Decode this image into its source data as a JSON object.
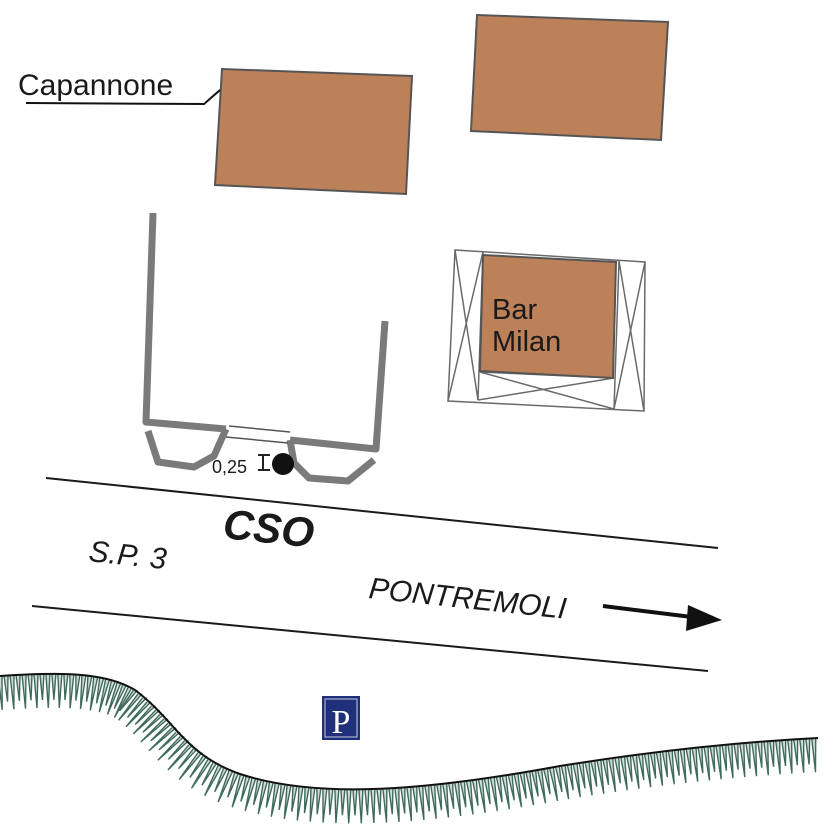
{
  "labels": {
    "capannone": "Capannone",
    "bar_line1": "Bar",
    "bar_line2": "Milan",
    "gap_measure": "0,25",
    "cso": "CSO",
    "road_code": "S.P. 3",
    "direction": "PONTREMOLI",
    "parking_letter": "P"
  },
  "colors": {
    "building_fill": "#bc8159",
    "building_stroke": "#555555",
    "wall_gray": "#7a7a7a",
    "grass_green": "#3f6b5a",
    "parking_blue": "#1f2f7a",
    "ink": "#1a1a1a"
  },
  "icons": {
    "parking": "parking-sign-icon",
    "direction_arrow": "arrow-right-icon",
    "control_point": "survey-point-icon"
  }
}
